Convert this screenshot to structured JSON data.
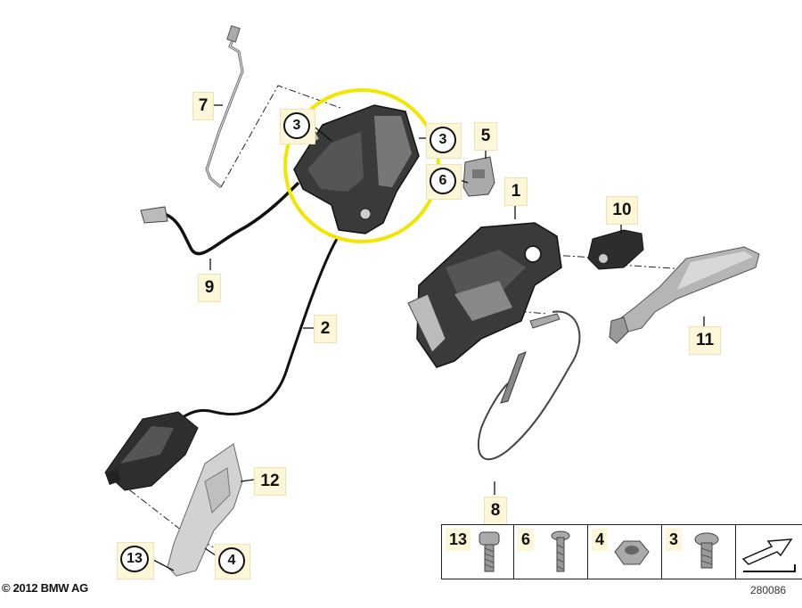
{
  "diagram": {
    "copyright": "© 2012 BMW AG",
    "diagram_number": "280086",
    "callouts": {
      "c1": "1",
      "c2": "2",
      "c3a": "3",
      "c3b": "3",
      "c5": "5",
      "c6": "6",
      "c7": "7",
      "c8": "8",
      "c9": "9",
      "c10": "10",
      "c11": "11",
      "c12": "12",
      "c13": "13",
      "c4": "4"
    },
    "legend": {
      "cells": [
        {
          "number": "13",
          "part": "bolt-short"
        },
        {
          "number": "6",
          "part": "screw-long"
        },
        {
          "number": "4",
          "part": "hex-nut"
        },
        {
          "number": "3",
          "part": "torx-bolt"
        }
      ],
      "arrow": "door-direction-arrow"
    },
    "colors": {
      "highlight_ring": "#f2e600",
      "label_background": "#fdf6d8",
      "part_dark": "#2b2b2b",
      "part_grey": "#8f8f8f"
    }
  }
}
